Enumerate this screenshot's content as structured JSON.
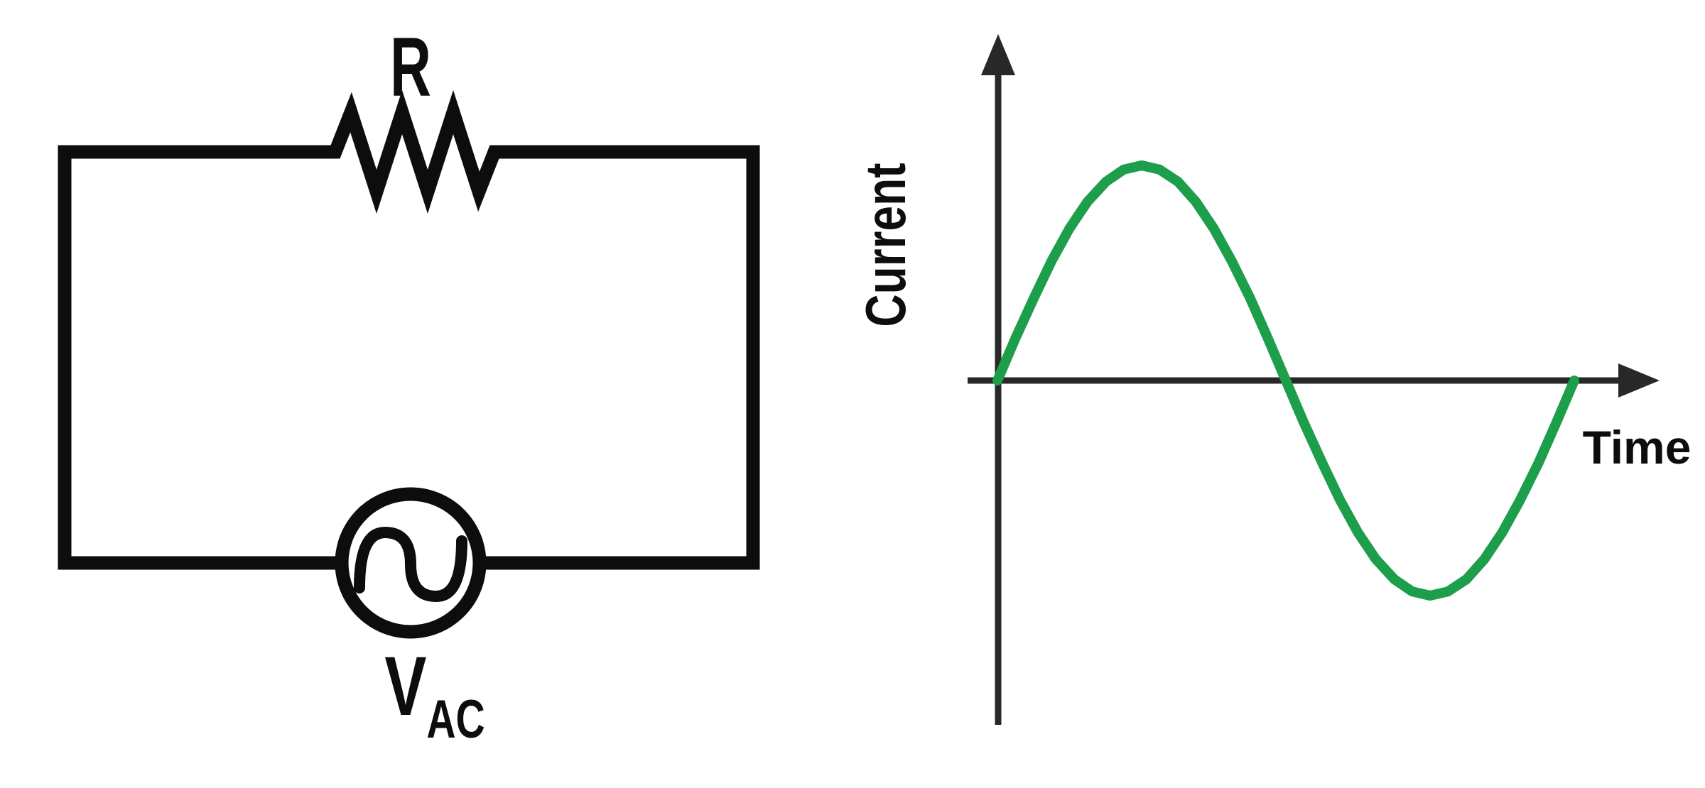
{
  "circuit": {
    "resistor_label": "R",
    "source_label": "V",
    "source_subscript": "AC"
  },
  "plot": {
    "y_axis_label": "Current",
    "x_axis_label": "Time"
  },
  "colors": {
    "ink": "#0d0d0d",
    "axis": "#282828",
    "wave": "#1d9e4b"
  },
  "chart_data": {
    "type": "line",
    "title": "",
    "xlabel": "Time",
    "ylabel": "Current",
    "legend": false,
    "grid": false,
    "x_range": [
      0,
      1
    ],
    "y_range": [
      -1,
      1
    ],
    "x_unit": "period",
    "line_color": "#1d9e4b",
    "x": [
      0,
      0.031,
      0.063,
      0.094,
      0.125,
      0.156,
      0.188,
      0.219,
      0.25,
      0.281,
      0.313,
      0.344,
      0.375,
      0.406,
      0.438,
      0.469,
      0.5,
      0.531,
      0.563,
      0.594,
      0.625,
      0.656,
      0.688,
      0.719,
      0.75,
      0.781,
      0.813,
      0.844,
      0.875,
      0.906,
      0.938,
      0.969,
      1
    ],
    "values": [
      0,
      0.195,
      0.383,
      0.556,
      0.707,
      0.831,
      0.924,
      0.981,
      1,
      0.981,
      0.924,
      0.831,
      0.707,
      0.556,
      0.383,
      0.195,
      0,
      -0.195,
      -0.383,
      -0.556,
      -0.707,
      -0.831,
      -0.924,
      -0.981,
      -1,
      -0.981,
      -0.924,
      -0.831,
      -0.707,
      -0.556,
      -0.383,
      -0.195,
      0
    ]
  }
}
